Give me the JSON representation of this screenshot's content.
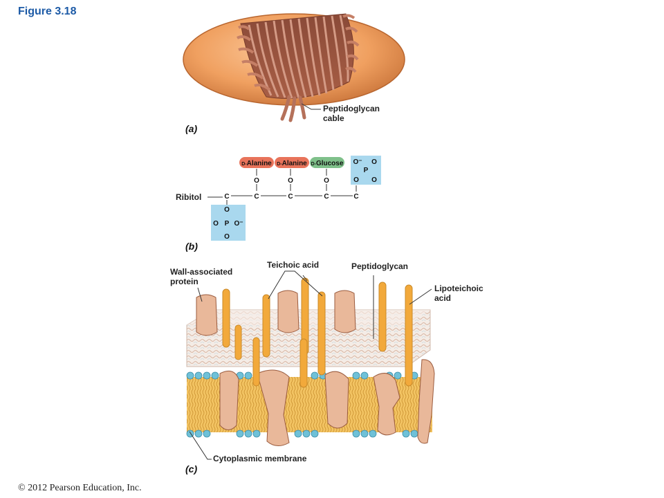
{
  "figure": {
    "title": "Figure 3.18",
    "copyright": "© 2012 Pearson Education, Inc."
  },
  "panel_a": {
    "label": "(a)",
    "callout_line1": "Peptidoglycan",
    "callout_line2": "cable"
  },
  "panel_b": {
    "label": "(b)",
    "ribitol": "Ribitol",
    "residues": [
      {
        "prefix": "D-",
        "name": "Alanine",
        "color": "#e8735a"
      },
      {
        "prefix": "D-",
        "name": "Alanine",
        "color": "#e8735a"
      },
      {
        "prefix": "D-",
        "name": "Glucose",
        "color": "#7fc08a"
      }
    ],
    "atom_o": "O",
    "atom_c": "C",
    "atom_p": "P",
    "o_minus": "O⁻",
    "phosphate_color": "#a9d8ee"
  },
  "panel_c": {
    "label": "(c)",
    "wall_protein_line1": "Wall-associated",
    "wall_protein_line2": "protein",
    "teichoic_acid": "Teichoic acid",
    "peptidoglycan": "Peptidoglycan",
    "lipoteichoic_line1": "Lipoteichoic",
    "lipoteichoic_line2": "acid",
    "cytoplasmic_membrane": "Cytoplasmic membrane"
  },
  "colors": {
    "title_blue": "#1c5aa6",
    "cell_orange": "#f0a060",
    "cable_brown": "#b5715a",
    "teichoic_orange": "#f2a93b",
    "protein_tan": "#e9b89a",
    "lipid_head_blue": "#6fc1d8"
  }
}
